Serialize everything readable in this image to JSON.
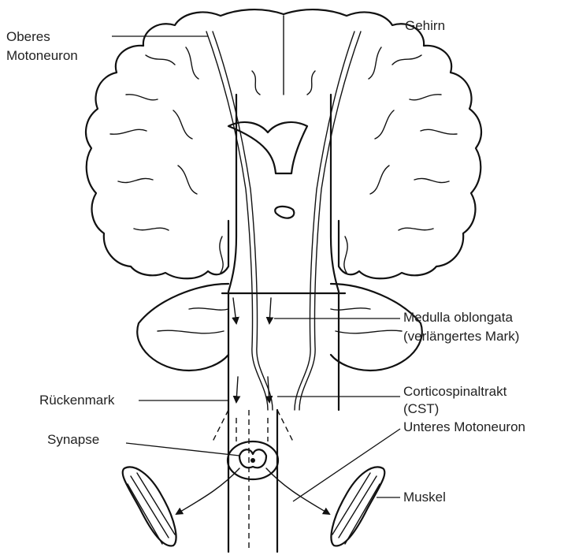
{
  "labels": {
    "upper_motor_neuron_line1": "Oberes",
    "upper_motor_neuron_line2": "Motoneuron",
    "brain": "Gehirn",
    "medulla_line1": "Medulla oblongata",
    "medulla_line2": "(verlängertes Mark)",
    "spinal_cord": "Rückenmark",
    "cst_line1": "Corticospinaltrakt",
    "cst_line2": "(CST)",
    "synapse": "Synapse",
    "lower_motor_neuron": "Unteres Motoneuron",
    "muscle": "Muskel"
  }
}
